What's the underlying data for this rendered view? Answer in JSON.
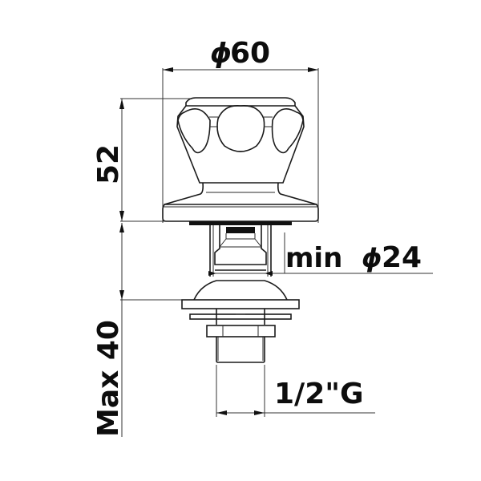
{
  "drawing": {
    "title": "Valve handle technical drawing",
    "colors": {
      "line": "#1a1a1a",
      "background": "#ffffff",
      "text": "#0d0d0d"
    },
    "dimensions": {
      "handle_diameter": {
        "symbol": "ϕ",
        "value": "60"
      },
      "handle_height": {
        "value": "52"
      },
      "min_hole_diameter": {
        "prefix": "min",
        "symbol": "ϕ",
        "value": "24"
      },
      "max_deck_thickness": {
        "value": "Max 40"
      },
      "thread": {
        "value": "1/2\"G"
      }
    }
  }
}
